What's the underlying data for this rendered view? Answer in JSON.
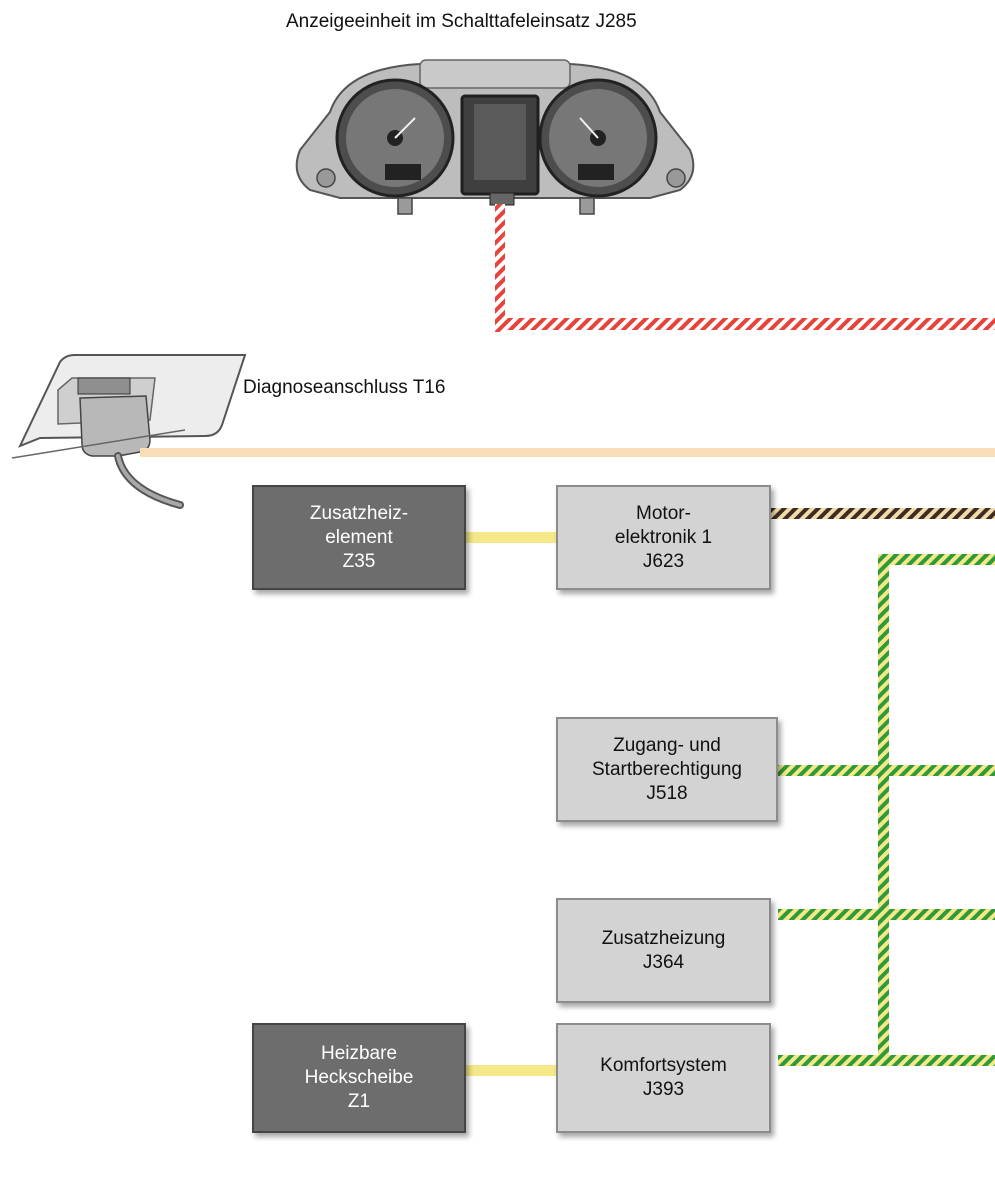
{
  "labels": {
    "cluster": "Anzeigeeinheit im Schalttafeleinsatz J285",
    "diagnostic": "Diagnoseanschluss T16"
  },
  "boxes": {
    "z35": {
      "line1": "Zusatzheiz-",
      "line2": "element",
      "line3": "Z35"
    },
    "j623": {
      "line1": "Motor-",
      "line2": "elektronik 1",
      "line3": "J623"
    },
    "j518": {
      "line1": "Zugang- und",
      "line2": "Startberechtigung",
      "line3": "J518"
    },
    "j364": {
      "line1": "Zusatzheizung",
      "line2": "J364"
    },
    "z1": {
      "line1": "Heizbare",
      "line2": "Heckscheibe",
      "line3": "Z1"
    },
    "j393": {
      "line1": "Komfortsystem",
      "line2": "J393"
    }
  },
  "colors": {
    "bus_red": "#e8433a",
    "bus_orange": "#f9ddb6",
    "bus_brown": "#4a3426",
    "bus_green": "#2f9a3a",
    "lin_yellow": "#f4e889",
    "control_unit_dark": "#6d6d6d",
    "control_unit_light": "#d3d3d3"
  },
  "icons": {
    "cluster": "instrument-cluster-icon",
    "diagnostic": "obd-connector-icon"
  }
}
